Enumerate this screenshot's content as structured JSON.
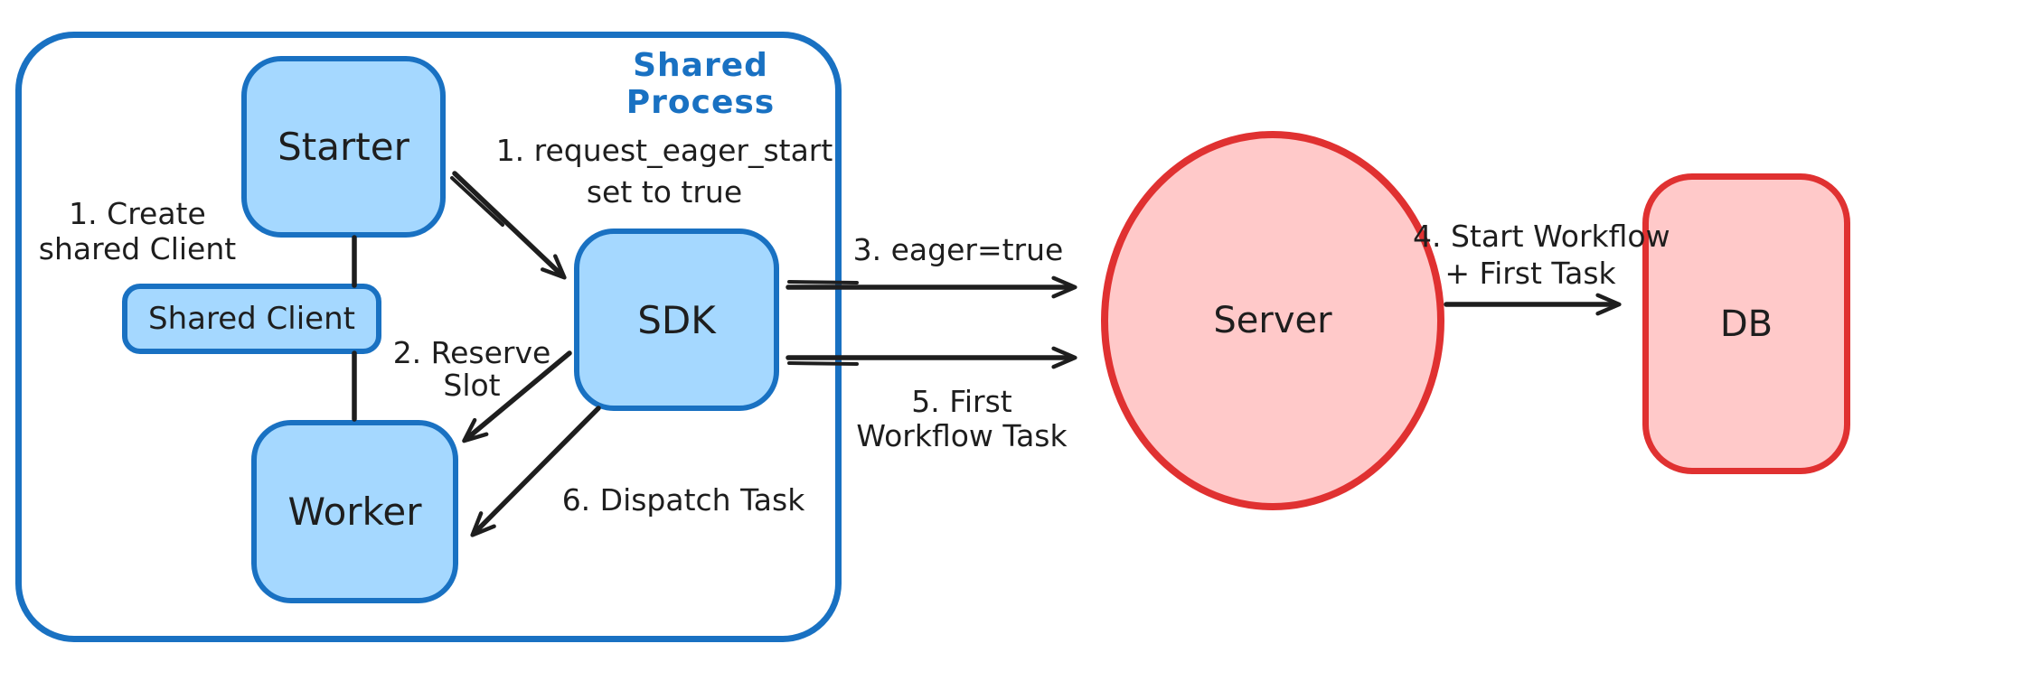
{
  "diagram": {
    "container_title": "Shared Process",
    "colors": {
      "blue_stroke": "#1971c2",
      "blue_fill": "#a5d8ff",
      "red_stroke": "#e03131",
      "red_fill": "#ffc9c9",
      "ink": "#1e1e1e",
      "background": "#ffffff"
    },
    "nodes": {
      "starter": {
        "label": "Starter"
      },
      "shared_client": {
        "label": "Shared Client"
      },
      "worker": {
        "label": "Worker"
      },
      "sdk": {
        "label": "SDK"
      },
      "server": {
        "label": "Server"
      },
      "db": {
        "label": "DB"
      }
    },
    "annotations": {
      "create_client": {
        "line1": "1. Create",
        "line2": "shared Client"
      },
      "request_eager_start": {
        "line1": "1. request_eager_start",
        "line2": "set to true"
      },
      "reserve_slot": {
        "line1": "2. Reserve",
        "line2": "Slot"
      },
      "eager_true": {
        "line1": "3. eager=true"
      },
      "start_workflow": {
        "line1": "4. Start Workflow",
        "line2": "+ First Task"
      },
      "first_workflow_task": {
        "line1": "5. First",
        "line2": "Workflow Task"
      },
      "dispatch_task": {
        "line1": "6. Dispatch Task"
      }
    },
    "edges": [
      {
        "from": "starter",
        "to": "sdk",
        "label": "1. request_eager_start set to true"
      },
      {
        "from": "starter",
        "to": "worker",
        "via": "shared_client",
        "label": "1. Create shared Client"
      },
      {
        "from": "sdk",
        "to": "worker",
        "label": "2. Reserve Slot"
      },
      {
        "from": "sdk",
        "to": "server",
        "label": "3. eager=true"
      },
      {
        "from": "server",
        "to": "db",
        "label": "4. Start Workflow + First Task"
      },
      {
        "from": "sdk",
        "to": "server",
        "label": "5. First Workflow Task"
      },
      {
        "from": "sdk",
        "to": "worker",
        "label": "6. Dispatch Task"
      }
    ]
  }
}
